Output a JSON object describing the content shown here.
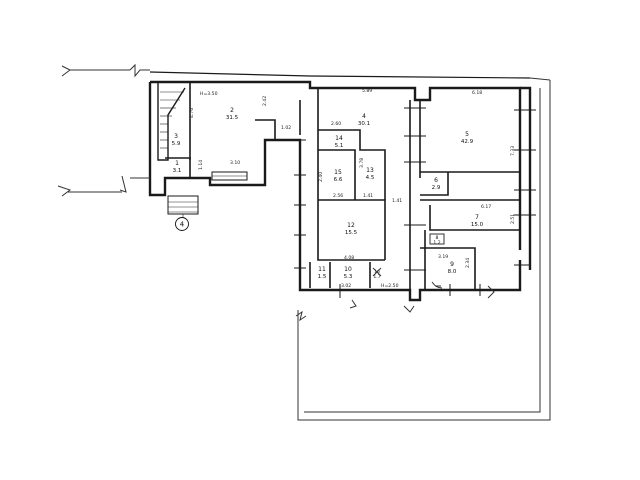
{
  "plan": {
    "entrance_marker": "4",
    "ceiling_labels": {
      "h1": "H=3.50",
      "h2": "H=2.50"
    },
    "rooms": [
      {
        "id": "r1",
        "num": "1",
        "area": "3.1"
      },
      {
        "id": "r2",
        "num": "2",
        "area": "31.5"
      },
      {
        "id": "r3",
        "num": "3",
        "area": "5.9"
      },
      {
        "id": "r4",
        "num": "4",
        "area": "30.1"
      },
      {
        "id": "r5",
        "num": "5",
        "area": "42.9"
      },
      {
        "id": "r6",
        "num": "6",
        "area": "2.9"
      },
      {
        "id": "r7",
        "num": "7",
        "area": "15.0"
      },
      {
        "id": "r8",
        "num": "8",
        "area": "1.2"
      },
      {
        "id": "r9",
        "num": "9",
        "area": "8.0"
      },
      {
        "id": "r10",
        "num": "10",
        "area": "5.3"
      },
      {
        "id": "r11",
        "num": "11",
        "area": "1.5"
      },
      {
        "id": "r12",
        "num": "12",
        "area": "15.5"
      },
      {
        "id": "r13",
        "num": "13",
        "area": "4.5"
      },
      {
        "id": "r14",
        "num": "14",
        "area": "5.1"
      },
      {
        "id": "r15",
        "num": "15",
        "area": "6.6"
      },
      {
        "id": "r16",
        "num": "16",
        "area": "1.7"
      }
    ],
    "dimensions": [
      "4.76",
      "2.42",
      "1.02",
      "3.10",
      "1.14",
      "5.89",
      "6.18",
      "7.33",
      "2.60",
      "3.78",
      "2.40",
      "2.56",
      "1.41",
      "1.41",
      "6.17",
      "2.51",
      "4.08",
      "3.19",
      "2.34",
      "3.02"
    ]
  }
}
